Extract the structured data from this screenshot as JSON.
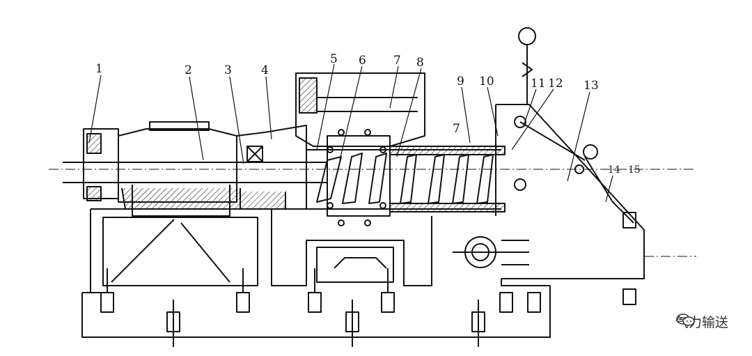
{
  "diagram": {
    "labels": [
      {
        "id": "1",
        "text": "1"
      },
      {
        "id": "2",
        "text": "2"
      },
      {
        "id": "3",
        "text": "3"
      },
      {
        "id": "4",
        "text": "4"
      },
      {
        "id": "5",
        "text": "5"
      },
      {
        "id": "6",
        "text": "6"
      },
      {
        "id": "7",
        "text": "7"
      },
      {
        "id": "8",
        "text": "8"
      },
      {
        "id": "9",
        "text": "9"
      },
      {
        "id": "10",
        "text": "10"
      },
      {
        "id": "11",
        "text": "11"
      },
      {
        "id": "12",
        "text": "12"
      },
      {
        "id": "13",
        "text": "13"
      },
      {
        "id": "14",
        "text": "14"
      },
      {
        "id": "15",
        "text": "15"
      },
      {
        "id": "7b",
        "text": "7"
      }
    ]
  },
  "watermark": {
    "text": "气力输送",
    "icon": "wechat-icon"
  }
}
